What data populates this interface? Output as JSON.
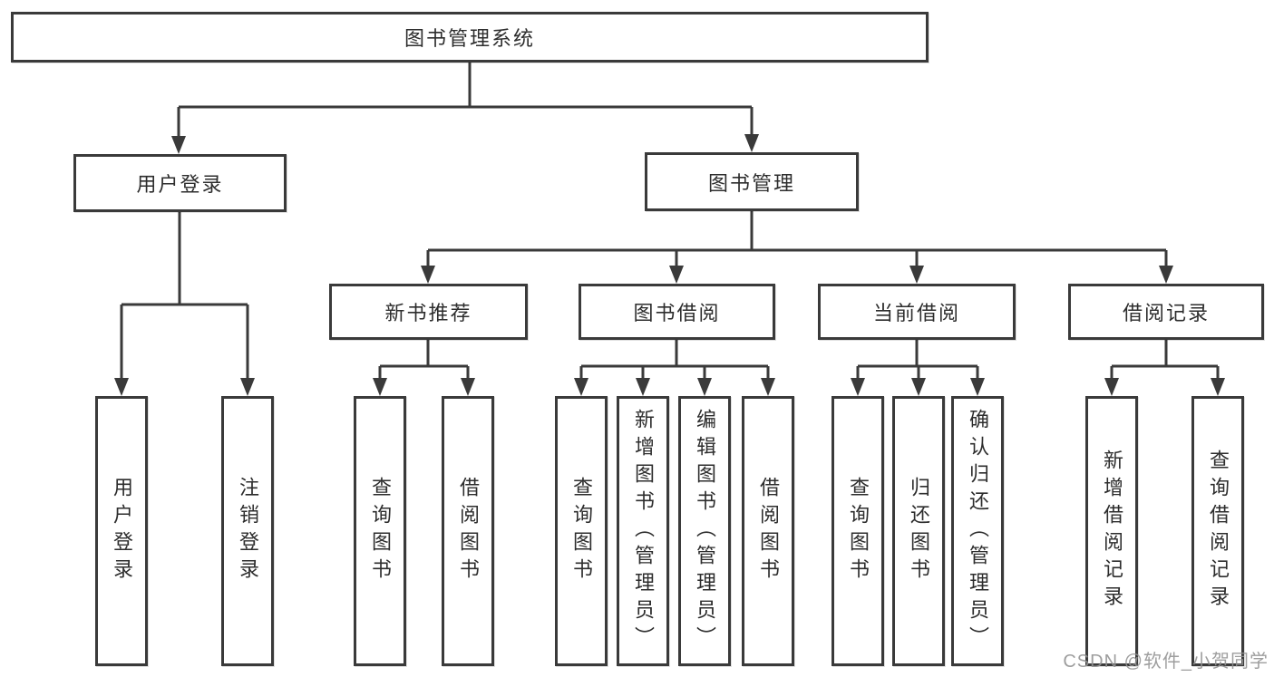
{
  "tree": {
    "label": "图书管理系统",
    "children": [
      {
        "label": "用户登录",
        "children": [
          {
            "label": "用户登录"
          },
          {
            "label": "注销登录"
          }
        ]
      },
      {
        "label": "图书管理",
        "children": [
          {
            "label": "新书推荐",
            "children": [
              {
                "label": "查询图书"
              },
              {
                "label": "借阅图书"
              }
            ]
          },
          {
            "label": "图书借阅",
            "children": [
              {
                "label": "查询图书"
              },
              {
                "label": "新增图书（管理员）"
              },
              {
                "label": "编辑图书（管理员）"
              },
              {
                "label": "借阅图书"
              }
            ]
          },
          {
            "label": "当前借阅",
            "children": [
              {
                "label": "查询图书"
              },
              {
                "label": "归还图书"
              },
              {
                "label": "确认归还（管理员）"
              }
            ]
          },
          {
            "label": "借阅记录",
            "children": [
              {
                "label": "新增借阅记录"
              },
              {
                "label": "查询借阅记录"
              }
            ]
          }
        ]
      }
    ]
  },
  "watermark": {
    "text": "CSDN @软件_小贺同学"
  },
  "colors": {
    "line": "#3a3a3a",
    "box_border": "#3a3a3a",
    "box_fill": "#ffffff",
    "text": "#2d2d2d",
    "watermark": "#949494",
    "background": "#ffffff"
  }
}
